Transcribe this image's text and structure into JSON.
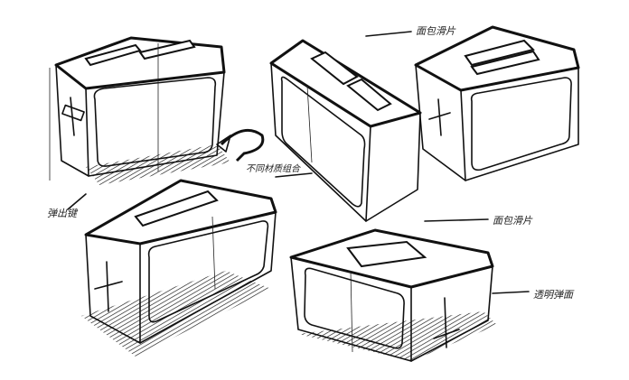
{
  "annotations": {
    "bread_slot_top": "面包滑片",
    "material_note": "不同材质组合",
    "eject_key": "弹出键",
    "bread_slot_bottom": "面包滑片",
    "side_panel": "透明弹面"
  },
  "colors": {
    "ink": "#111111",
    "paper": "#ffffff"
  }
}
